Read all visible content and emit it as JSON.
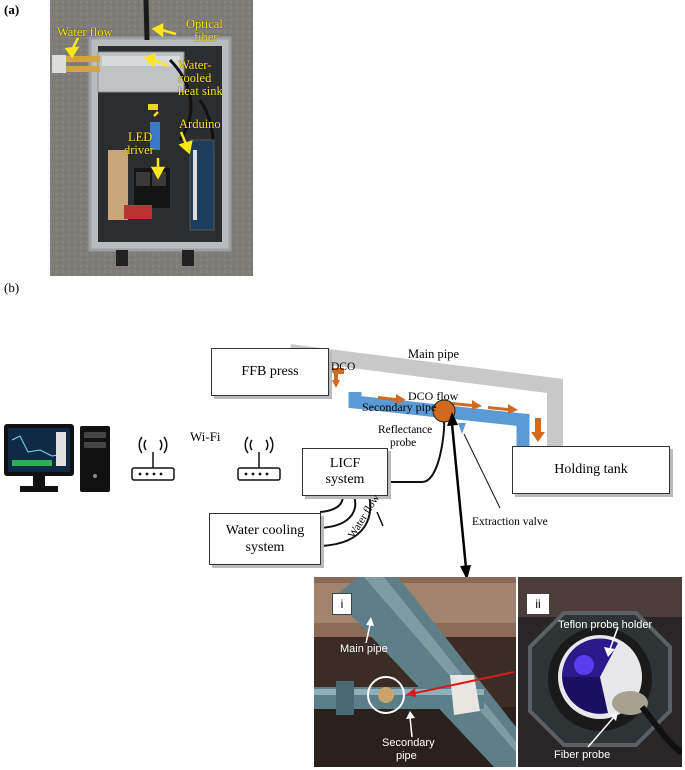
{
  "panel_a": {
    "label": "(a)",
    "callouts": {
      "water_flow": "Water flow",
      "optical_fiber_1": "Optical",
      "optical_fiber_2": "fiber",
      "heat_sink_1": "Water-",
      "heat_sink_2": "cooled",
      "heat_sink_3": "heat sink",
      "arduino": "Arduino",
      "led_driver_1": "LED",
      "led_driver_2": "driver"
    }
  },
  "panel_b": {
    "label": "(b)",
    "ffb_press": "FFB press",
    "main_pipe": "Main pipe",
    "dco": "DCO",
    "dco_flow": "DCO flow",
    "secondary_pipe": "Secondary pipe",
    "holding_tank": "Holding tank",
    "wifi": "Wi-Fi",
    "reflectance_probe_1": "Reflectance",
    "reflectance_probe_2": "probe",
    "licf_1": "LICF",
    "licf_2": "system",
    "water_cooling_1": "Water cooling",
    "water_cooling_2": "system",
    "water_flow": "Water flow",
    "extraction_valve": "Extraction valve",
    "photo_i": {
      "tag": "i",
      "main_pipe": "Main pipe",
      "secondary_pipe_1": "Secondary",
      "secondary_pipe_2": "pipe"
    },
    "photo_ii": {
      "tag": "ii",
      "teflon_holder": "Teflon probe holder",
      "fiber_probe": "Fiber probe"
    }
  },
  "colors": {
    "pipe_gray": "#c8c8c8",
    "secondary_blue": "#5b9bd5",
    "flow_orange": "#d06a1e",
    "callout_yellow": "#ffe61a"
  }
}
